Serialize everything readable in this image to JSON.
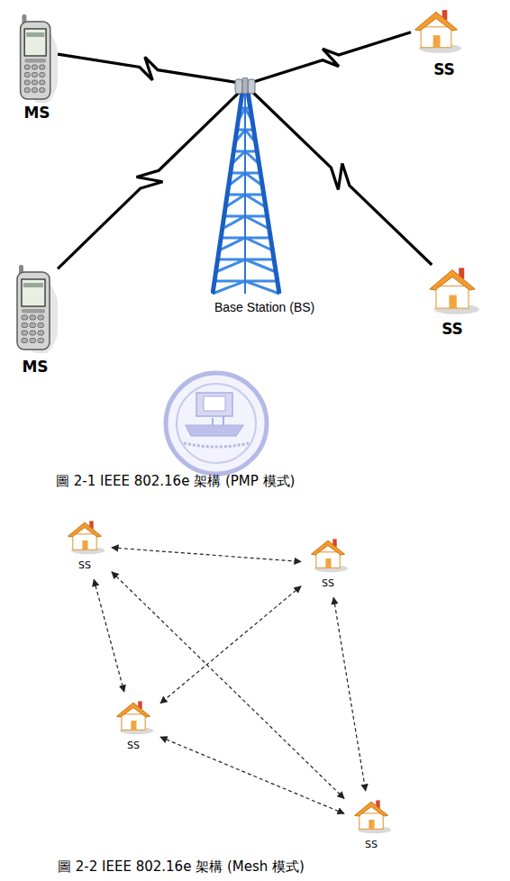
{
  "diagram": {
    "nodes": [
      {
        "text": [
          "MS"
        ]
      },
      {
        "text": [
          "SS"
        ]
      },
      {
        "text": [
          "Base Station (BS)"
        ]
      },
      {
        "text": [
          "MS"
        ]
      },
      {
        "text": [
          "SS"
        ]
      },
      {
        "text": [
          "SS"
        ]
      },
      {
        "text": [
          "SS"
        ]
      },
      {
        "text": [
          "SS"
        ]
      },
      {
        "text": [
          "SS"
        ]
      }
    ],
    "edges": [
      {
        "from": 0,
        "to": 2,
        "arrow": "none"
      },
      {
        "from": 1,
        "to": 2,
        "arrow": "none"
      },
      {
        "from": 3,
        "to": 2,
        "arrow": "none"
      },
      {
        "from": 4,
        "to": 2,
        "arrow": "none"
      },
      {
        "from": 5,
        "to": 6,
        "arrow": "both"
      },
      {
        "from": 5,
        "to": 7,
        "arrow": "both"
      },
      {
        "from": 5,
        "to": 8,
        "arrow": "both"
      },
      {
        "from": 6,
        "to": 7,
        "arrow": "both"
      },
      {
        "from": 6,
        "to": 8,
        "arrow": "both"
      },
      {
        "from": 7,
        "to": 8,
        "arrow": "both"
      }
    ],
    "labels": [
      "圖 2-1 IEEE 802.16e 架構 (PMP 模式)",
      "圖 2-2 IEEE 802.16e 架構 (Mesh 模式)"
    ]
  }
}
